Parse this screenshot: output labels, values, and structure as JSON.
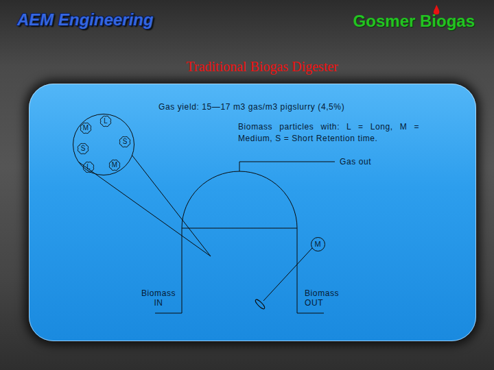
{
  "diagram": {
    "title": "Traditional Biogas Digester",
    "nodes": [
      {
        "text": [
          "Gas yield: 15—17 m3 gas/m3 pigslurry (4,5%)",
          "Biomass particles with: L = Long, M = Medium, S = Short Retention time."
        ]
      },
      {
        "text": [],
        "in": 0
      },
      {
        "text": [
          "M"
        ],
        "in": 1
      },
      {
        "text": [
          "L"
        ],
        "in": 1
      },
      {
        "text": [
          "S"
        ],
        "in": 1
      },
      {
        "text": [
          "S"
        ],
        "in": 1
      },
      {
        "text": [
          "L"
        ],
        "in": 1
      },
      {
        "text": [
          "M"
        ],
        "in": 1
      },
      {
        "text": [
          "M"
        ],
        "in": 0
      }
    ],
    "labels": [
      "AEM Engineering",
      "Gosmer Biogas",
      "Gas out",
      "Biomass IN",
      "Biomass OUT"
    ]
  }
}
